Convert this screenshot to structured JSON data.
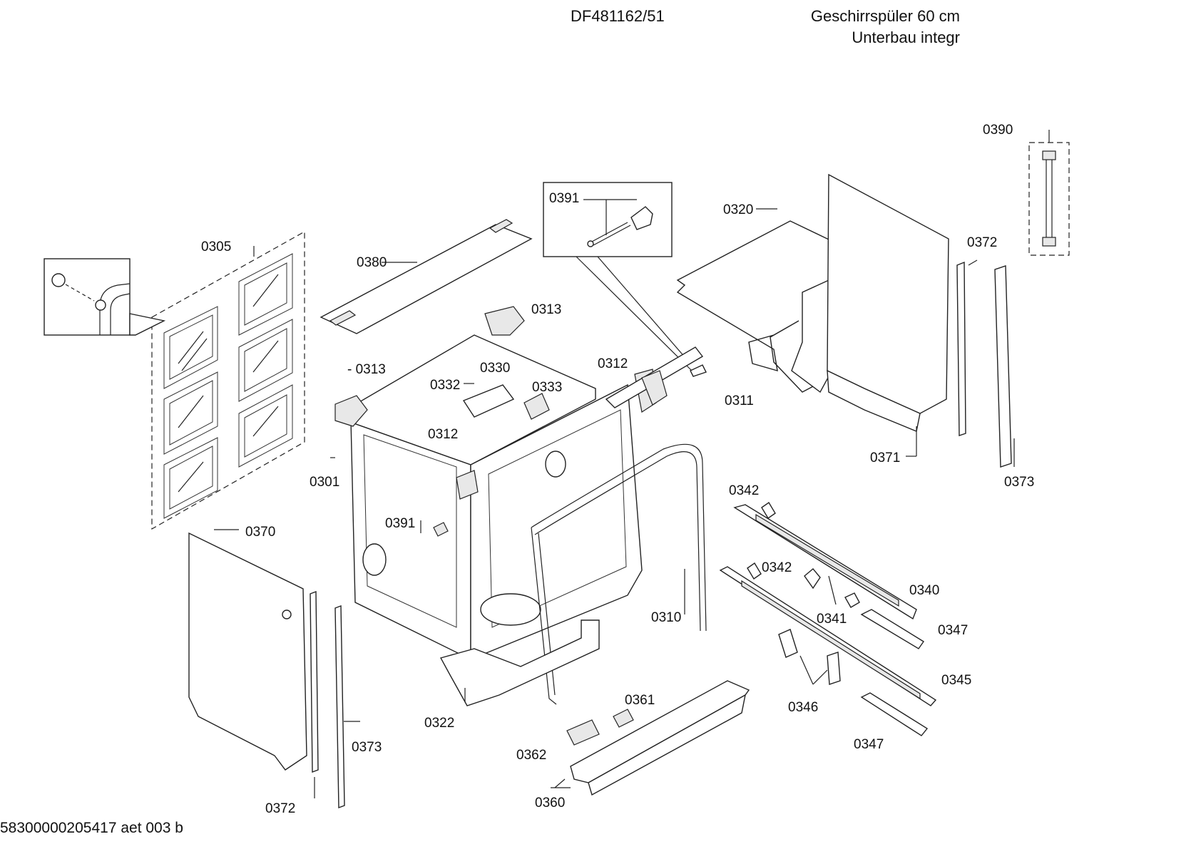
{
  "header": {
    "model": "DF481162/51",
    "description_line1": "Geschirrspüler 60 cm",
    "description_line2": "Unterbau integr"
  },
  "footer": {
    "code": "58300000205417 aet 003 b"
  },
  "parts": {
    "p0390": "0390",
    "p0391a": "0391",
    "p0320": "0320",
    "p0305": "0305",
    "p0380": "0380",
    "p0372a": "0372",
    "p0313a": "0313",
    "p0313b": "- 0313",
    "p0330": "0330",
    "p0312a": "0312",
    "p0332": "0332",
    "p0333": "0333",
    "p0311": "0311",
    "p0312b": "0312",
    "p0371": "0371",
    "p0373a": "0373",
    "p0301": "0301",
    "p0342a": "0342",
    "p0370": "0370",
    "p0391b": "0391",
    "p0342b": "0342",
    "p0340": "0340",
    "p0341": "0341",
    "p0310": "0310",
    "p0347a": "0347",
    "p0345": "0345",
    "p0361": "0361",
    "p0346": "0346",
    "p0322": "0322",
    "p0373b": "0373",
    "p0347b": "0347",
    "p0362": "0362",
    "p0360": "0360",
    "p0372b": "0372"
  }
}
